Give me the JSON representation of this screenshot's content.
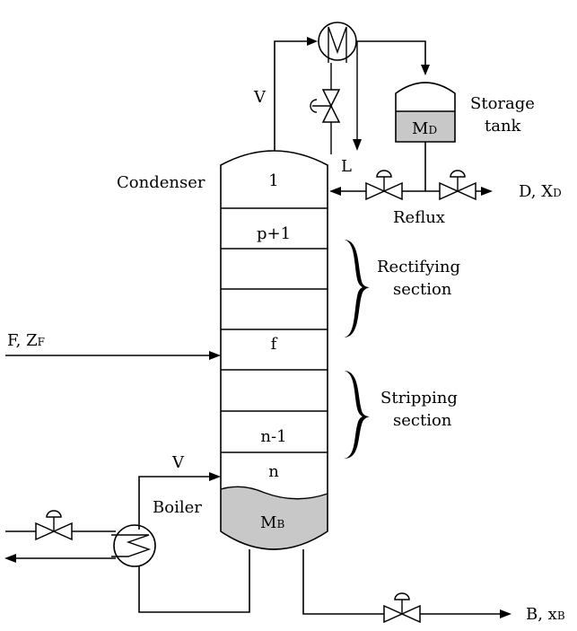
{
  "labels": {
    "condenser": "Condenser",
    "storage_tank_line1": "Storage",
    "storage_tank_line2": "tank",
    "md_main": "M",
    "md_sub": "D",
    "mb_main": "M",
    "mb_sub": "B",
    "reflux": "Reflux",
    "boiler": "Boiler",
    "vapor_top": "V",
    "vapor_bottom": "V",
    "liquid_reflux": "L",
    "distillate_main": "D, X",
    "distillate_sub": "D",
    "feed_main": "F, Z",
    "feed_sub": "F",
    "bottoms_main": "B, x",
    "bottoms_sub": "B",
    "rectifying_line1": "Rectifying",
    "rectifying_line2": "section",
    "stripping_line1": "Stripping",
    "stripping_line2": "section"
  },
  "stages": {
    "s1": "1",
    "s_p1": "p+1",
    "s_f": "f",
    "s_n1": "n-1",
    "s_n": "n"
  },
  "colors": {
    "line": "#000000",
    "liquid_fill": "#c8c8c8",
    "background": "#ffffff"
  }
}
